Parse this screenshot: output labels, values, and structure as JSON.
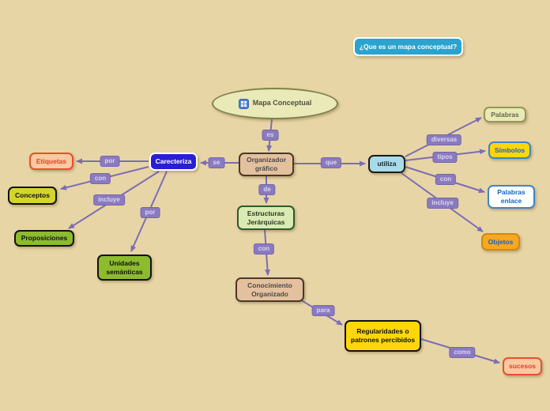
{
  "question": {
    "label": "¿Que es un mapa conceptual?"
  },
  "root": {
    "label": "Mapa Conceptual",
    "icon": "alphabet-grid-icon"
  },
  "nodes": {
    "carecteriza": {
      "label": "Carecteriza"
    },
    "organizador": {
      "label": "Organizador gráfico"
    },
    "utiliza": {
      "label": "utiliza"
    },
    "palabras": {
      "label": "Palabras"
    },
    "simbolos": {
      "label": "Símbolos"
    },
    "palabras_enlace": {
      "label": "Palabras enlace"
    },
    "objetos": {
      "label": "Objetos"
    },
    "etiquetas": {
      "label": "Etiquetas"
    },
    "conceptos": {
      "label": "Conceptos"
    },
    "proposiciones": {
      "label": "Proposiciones"
    },
    "unidades": {
      "label": "Unidades semánticas"
    },
    "estructuras": {
      "label": "Estructuras Jerárquicas"
    },
    "conocimiento": {
      "label": "Conocimiento Organizado"
    },
    "regularidades": {
      "label": "Regularidades o patrones percibidos"
    },
    "sucesos": {
      "label": "sucesos"
    }
  },
  "edge_labels": {
    "es": "es",
    "se": "se",
    "que": "que",
    "de": "de",
    "por_etiquetas": "por",
    "con_conceptos": "con",
    "incluye_proposiciones": "incluye",
    "por_unidades": "por",
    "diversas": "diversas",
    "tipos": "tipos",
    "con_enlace": "con",
    "incluye_objetos": "incluye",
    "con_conocimiento": "con",
    "para": "para",
    "como": "como"
  },
  "colors": {
    "background": "#e8d5a6",
    "edge_line": "#7b6db5",
    "edge_label_fill": "#8a7bc0",
    "question_fill": "#2ba3cf",
    "carecteriza_fill": "#2a1ed2",
    "organizador_fill": "#e4c19e",
    "utiliza_fill": "#a8dbe8",
    "simbolos_fill": "#ffd60a",
    "objetos_fill": "#f6a81e",
    "green_fill": "#8cbb2e",
    "peach_fill": "#f9c9a2"
  }
}
